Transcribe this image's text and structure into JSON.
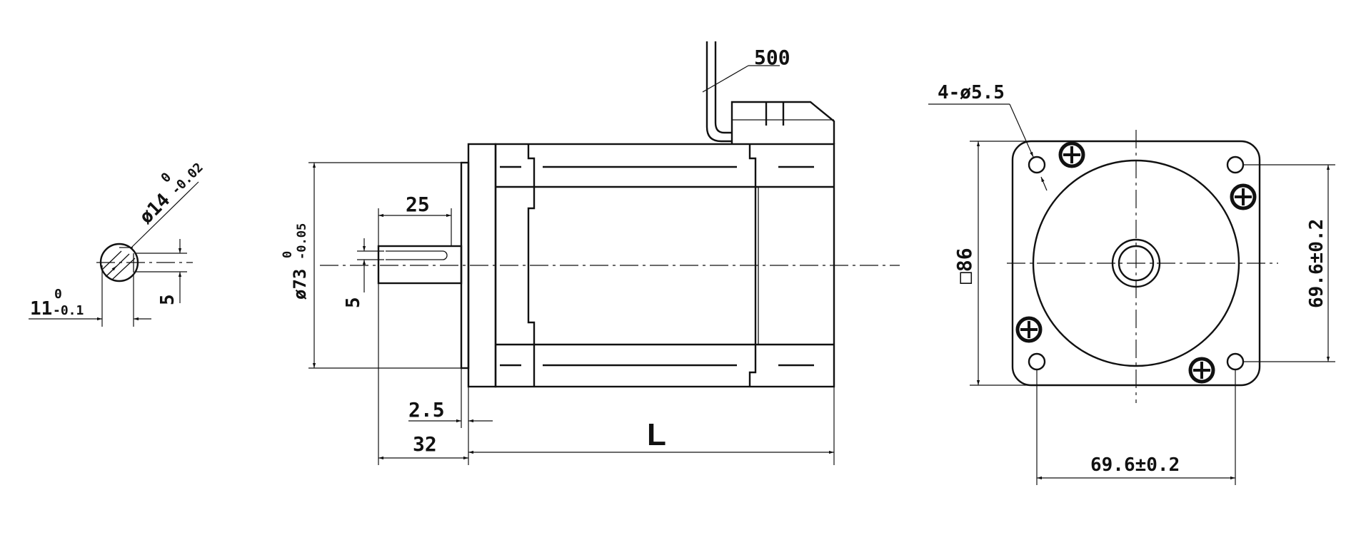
{
  "labels": {
    "cable_length": "500",
    "mounting_holes": "4-ø5.5",
    "shaft_length": "25",
    "key_width_side": "5",
    "key_width_end": "5",
    "shaft_diameter": "ø14",
    "shaft_diameter_upper_tol": "0",
    "shaft_diameter_lower_tol": "-0.02",
    "flat_depth": "11",
    "flat_depth_upper_tol": "0",
    "flat_depth_lower_tol": "-0.1",
    "pilot_diameter": "ø73",
    "pilot_upper_tol": "0",
    "pilot_lower_tol": "-0.05",
    "pilot_height": "2.5",
    "shaft_extension": "32",
    "body_length": "L",
    "flange_square": "□86",
    "hole_spacing_horizontal": "69.6±0.2",
    "hole_spacing_vertical": "69.6±0.2"
  }
}
